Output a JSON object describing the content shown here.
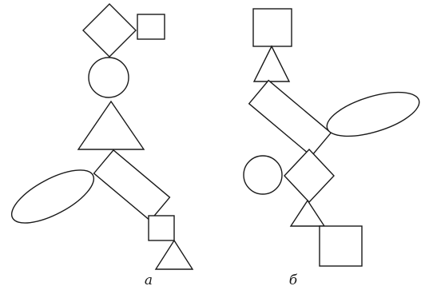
{
  "figure": {
    "stroke_color": "#1a1a1a",
    "fill_color": "#ffffff",
    "panel_a": {
      "label": "а",
      "shapes": [
        "diamond",
        "square",
        "circle",
        "triangle",
        "ellipse",
        "rectangle",
        "square",
        "triangle"
      ]
    },
    "panel_b": {
      "label": "б",
      "shapes": [
        "square",
        "triangle",
        "rectangle",
        "ellipse",
        "circle",
        "diamond",
        "triangle",
        "square"
      ]
    }
  }
}
